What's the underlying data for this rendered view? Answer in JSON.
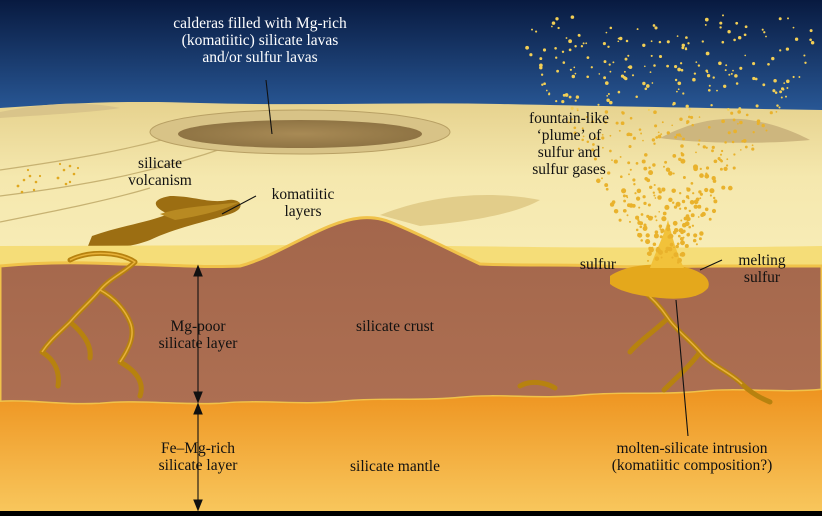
{
  "labels": {
    "calderas": [
      "calderas filled with Mg-rich",
      "(komatiitic) silicate lavas",
      "and/or sulfur lavas"
    ],
    "silicate_volcanism": [
      "silicate",
      "volcanism"
    ],
    "komatiitic_layers": [
      "komatiitic",
      "layers"
    ],
    "plume": [
      "fountain-like",
      "‘plume’ of",
      "sulfur and",
      "sulfur gases"
    ],
    "sulfur": [
      "sulfur"
    ],
    "melting_sulfur": [
      "melting",
      "sulfur"
    ],
    "mg_poor": [
      "Mg-poor",
      "silicate layer"
    ],
    "silicate_crust": [
      "silicate crust"
    ],
    "fe_mg_rich": [
      "Fe–Mg-rich",
      "silicate layer"
    ],
    "silicate_mantle": [
      "silicate mantle"
    ],
    "intrusion": [
      "molten-silicate intrusion",
      "(komatiitic composition?)"
    ]
  },
  "colors": {
    "sky_top": "#0a1f4a",
    "sky_bottom": "#2d5fa0",
    "surface": "#f3e4a2",
    "surface_shadow": "#d9c57c",
    "sulfur_layer": "#f4d66a",
    "crust": "#a86a4e",
    "crust_dark": "#7a4530",
    "mantle_top": "#f2a52a",
    "mantle_bottom": "#f7c25a",
    "lava": "#b7820f",
    "plume": "#f2c23a"
  }
}
